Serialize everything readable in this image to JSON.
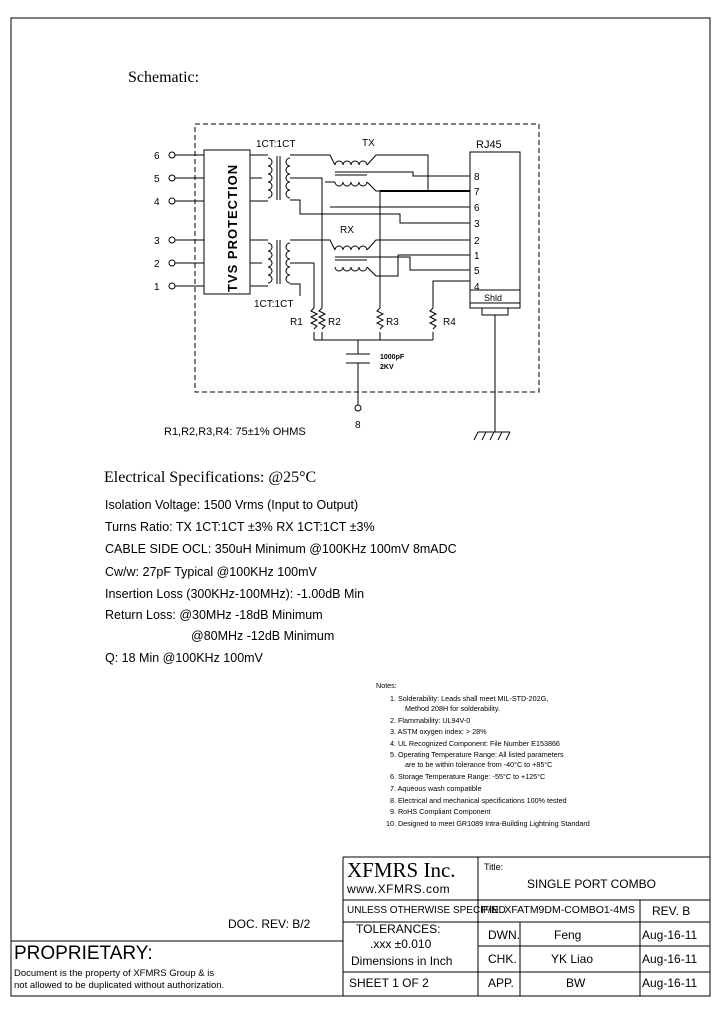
{
  "schematic": {
    "heading": "Schematic:",
    "tvs_label": "TVS PROTECTION",
    "ct_top": "1CT:1CT",
    "ct_bottom": "1CT:1CT",
    "tx_label": "TX",
    "rx_label": "RX",
    "rj45_label": "RJ45",
    "shld_label": "Shld",
    "left_pins": [
      "6",
      "5",
      "4",
      "3",
      "2",
      "1"
    ],
    "right_pins": [
      "8",
      "7",
      "6",
      "3",
      "2",
      "1",
      "5",
      "4"
    ],
    "resistors": [
      "R1",
      "R2",
      "R3",
      "R4"
    ],
    "cap_value": "1000pF",
    "cap_voltage": "2KV",
    "ground_pin": "8",
    "resistor_note": "R1,R2,R3,R4: 75±1% OHMS"
  },
  "electrical": {
    "heading": "Electrical Specifications: @25°C",
    "lines": [
      "Isolation Voltage:  1500 Vrms (Input to Output)",
      "Turns Ratio: TX 1CT:1CT ±3% RX 1CT:1CT ±3%",
      "CABLE SIDE OCL: 350uH Minimum @100KHz 100mV 8mADC",
      "Cw/w: 27pF Typical @100KHz 100mV",
      "Insertion Loss (300KHz-100MHz): -1.00dB Min",
      "Return Loss: @30MHz   -18dB Minimum",
      "@80MHz   -12dB Minimum",
      "Q: 18 Min @100KHz 100mV"
    ]
  },
  "notes": {
    "heading": "Notes:",
    "items": [
      "1. Solderability: Leads shall meet MIL-STD-202G,",
      "Method 208H for solderability.",
      "2. Flammability: UL94V-0",
      "3. ASTM oxygen index: > 28%",
      "4. UL Recognized Component: File Number E153866",
      "5. Operating Temperature Range: All listed parameters",
      "are to be within tolerance from -40°C to +85°C",
      "6. Storage Temperature Range: -55°C to +125°C",
      "7. Aqueous wash compatible",
      "8. Electrical and mechanical specifications 100% tested",
      "9. RoHS Compliant Component",
      "10. Designed to meet GR1089 Intra-Building Lightning Standard"
    ]
  },
  "title_block": {
    "company": "XFMRS Inc.",
    "website": "www.XFMRS.com",
    "title_label": "Title:",
    "title": "SINGLE PORT COMBO",
    "unless": "UNLESS OTHERWISE SPECIFIED",
    "pn": "P/N: XFATM9DM-COMBO1-4MS",
    "rev": "REV. B",
    "tolerances": "TOLERANCES:",
    "tol_value": ".xxx ±0.010",
    "dims": "Dimensions in Inch",
    "sheet": "SHEET  1  OF  2",
    "rows": [
      {
        "role": "DWN.",
        "name": "Feng",
        "date": "Aug-16-11"
      },
      {
        "role": "CHK.",
        "name": "YK Liao",
        "date": "Aug-16-11"
      },
      {
        "role": "APP.",
        "name": "BW",
        "date": "Aug-16-11"
      }
    ],
    "doc_rev": "DOC. REV: B/2",
    "proprietary": "PROPRIETARY:",
    "prop_line1": "Document is the property of XFMRS Group & is",
    "prop_line2": "not allowed to be duplicated without authorization."
  }
}
